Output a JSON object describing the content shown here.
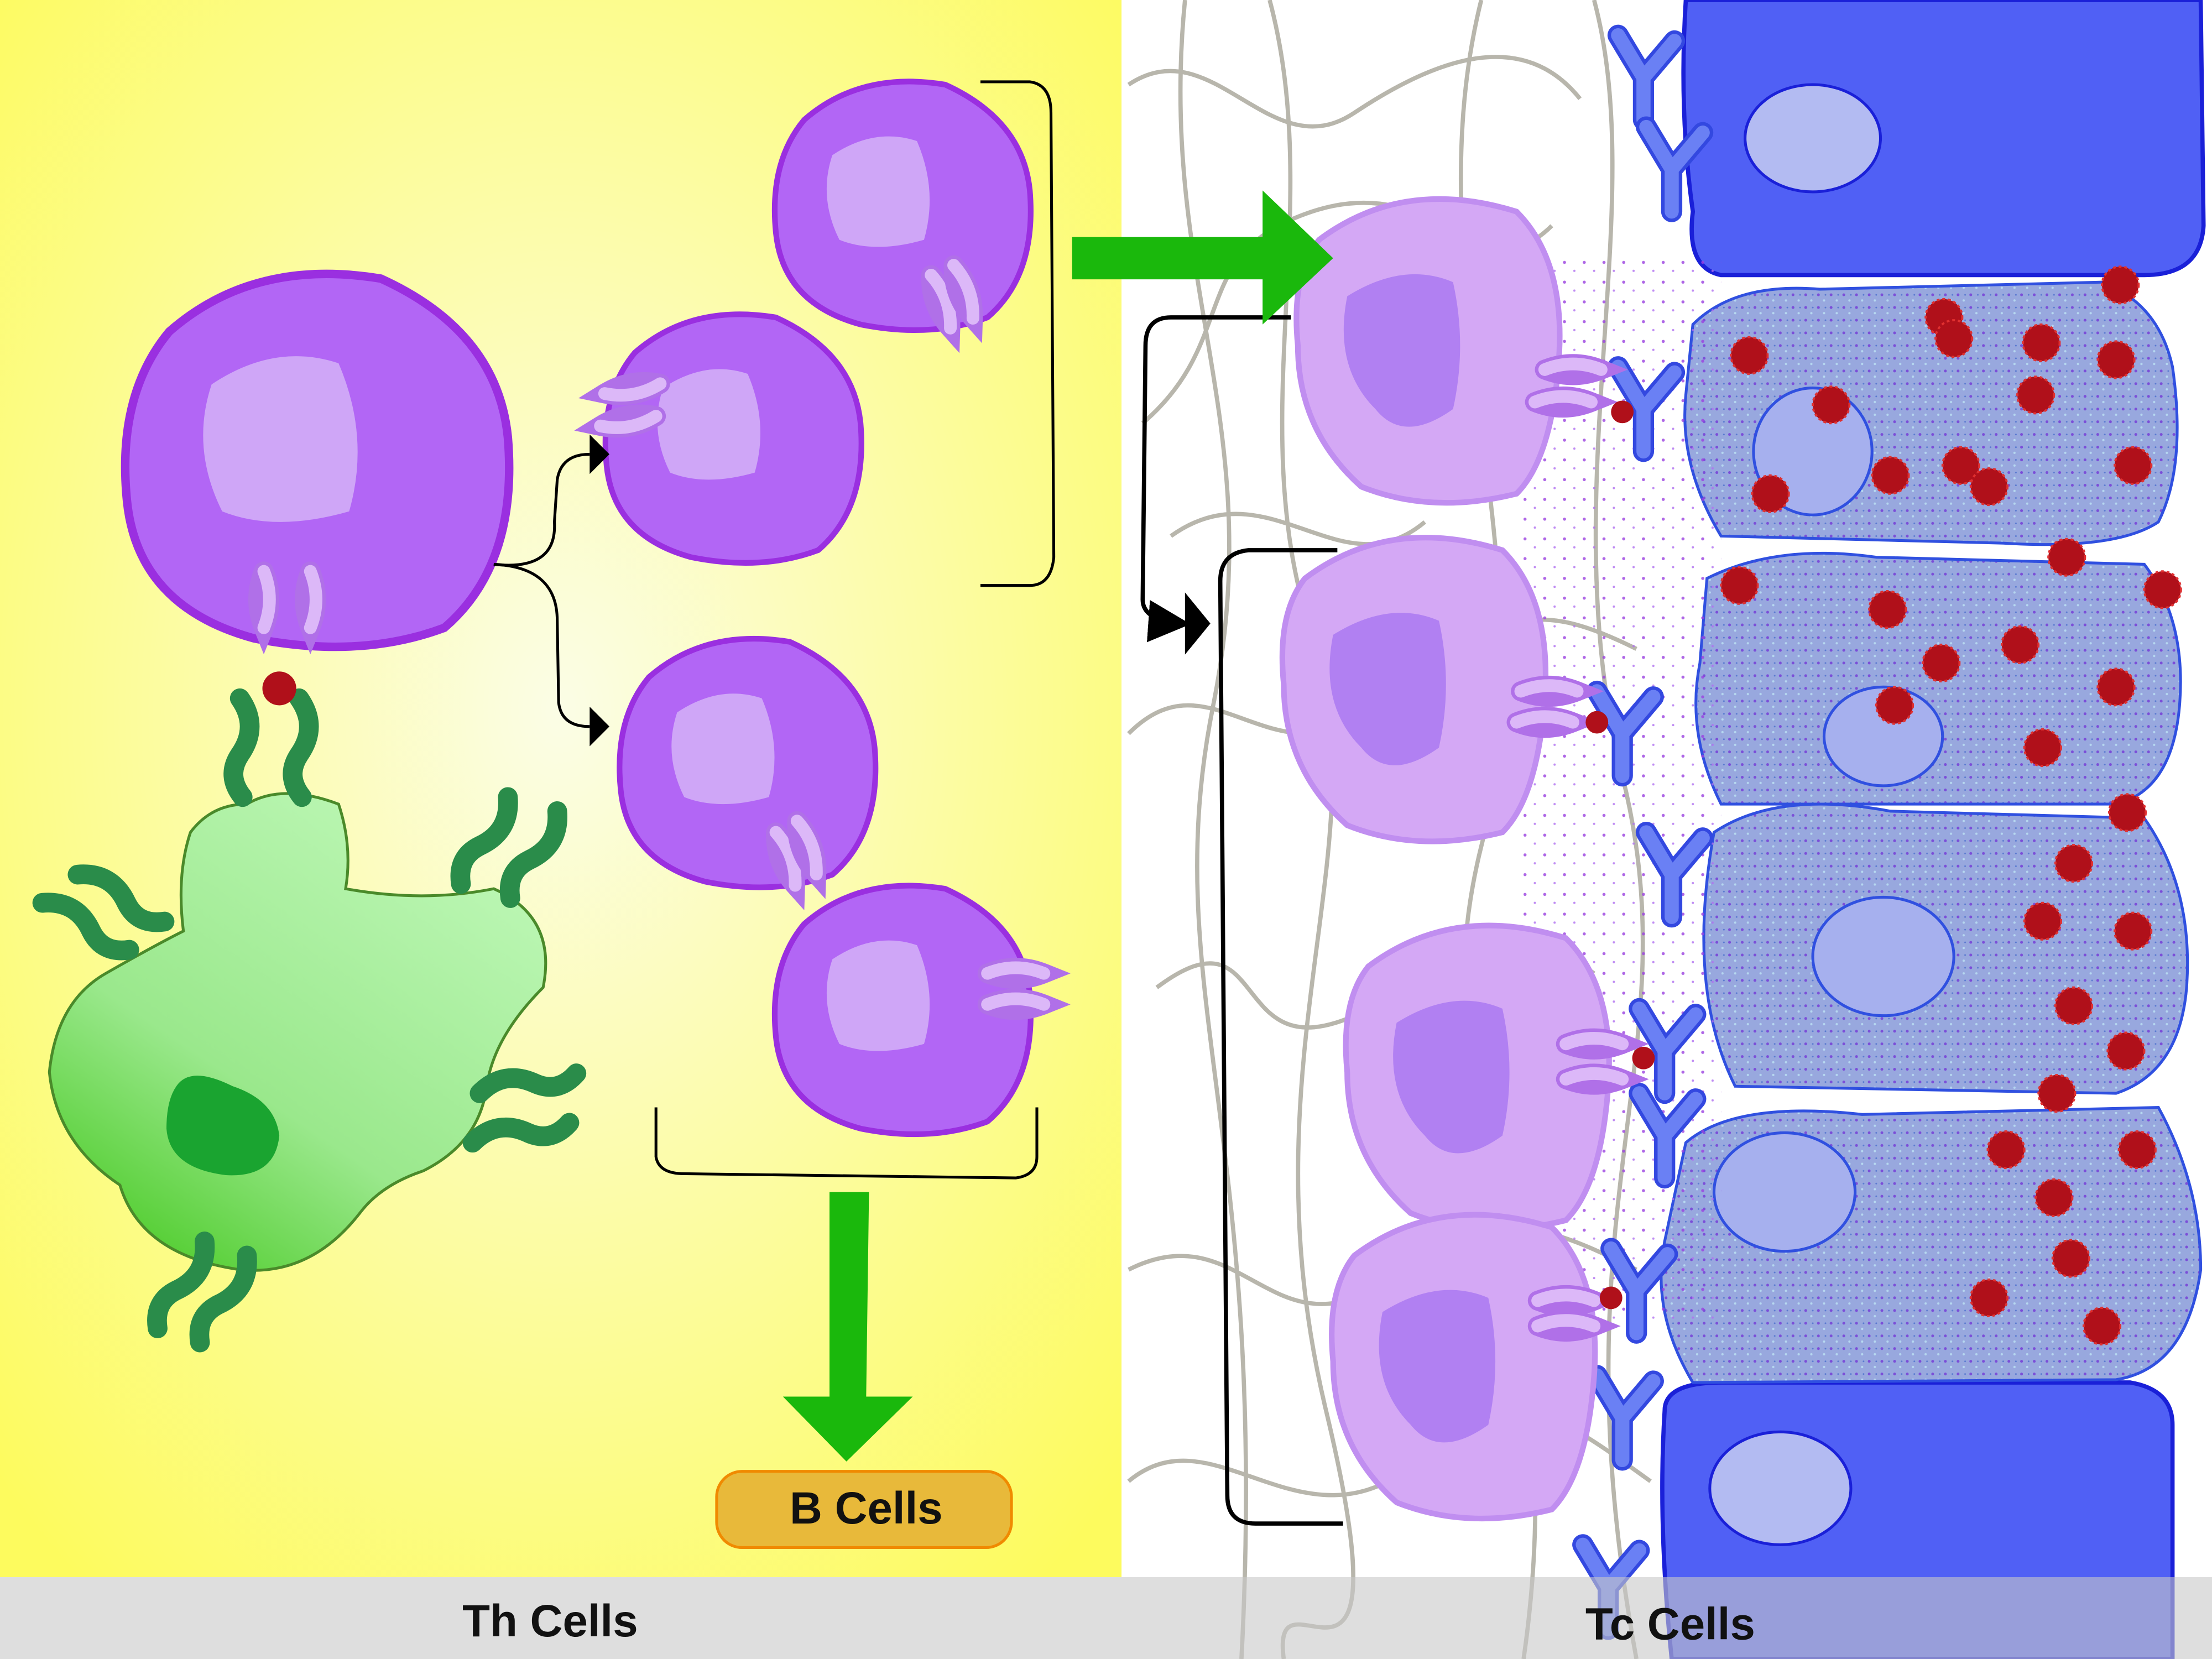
{
  "labels": {
    "b_cells": "B Cells",
    "th_cells": "Th Cells",
    "tc_cells": "Tc Cells"
  },
  "colors": {
    "th_panel": "#fdfb6a",
    "th_cell": "#b266f5",
    "th_cell_outline": "#9a2fe0",
    "tc_cell": "#d4a8f5",
    "apc": "#a8f0a0",
    "apc_receptor": "#2a8c4a",
    "antigen": "#b0101a",
    "arrow": "#1ab80c",
    "b_cell_badge": "#e8b93a",
    "target_cell": "#9aa6e6",
    "healthy_cell": "#5060f5",
    "footer": "#d9d9d9"
  }
}
